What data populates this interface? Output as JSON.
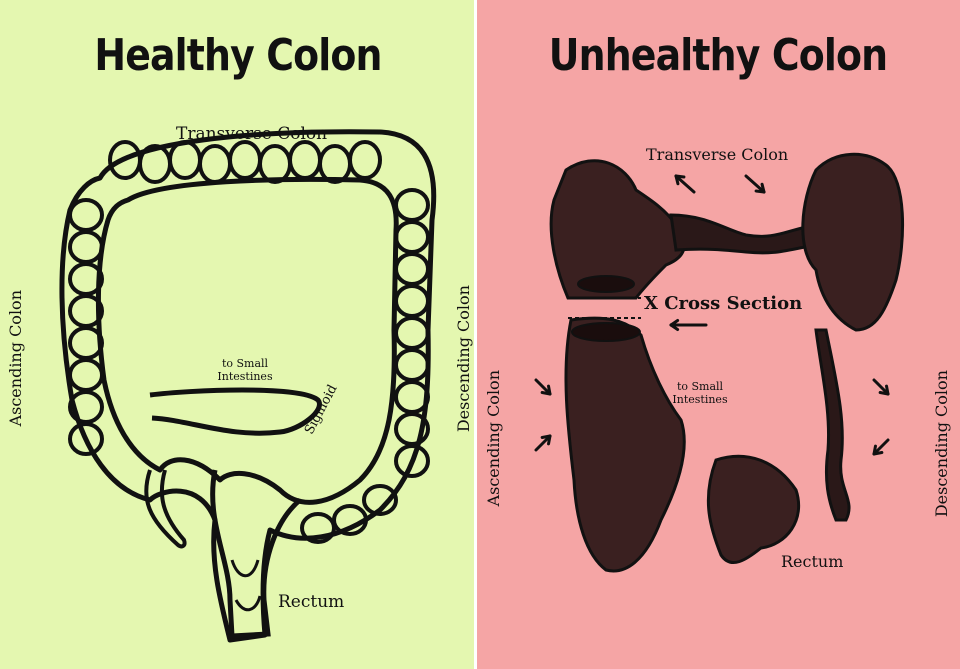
{
  "colors": {
    "healthy_bg": "#e4f7b0",
    "unhealthy_bg": "#f5a5a5",
    "ink": "#111111",
    "divider": "#ffffff"
  },
  "healthy": {
    "title": "Healthy Colon",
    "transverse_label": "Transverse Colon",
    "ascending_label": "Ascending Colon",
    "descending_label": "Descending Colon",
    "small_intestine_label": "to Small Intestines",
    "sigmoid_label": "Sigmoid",
    "rectum_label": "Rectum"
  },
  "unhealthy": {
    "title": "Unhealthy Colon",
    "transverse_label": "Transverse Colon",
    "cross_section_label": "X Cross Section",
    "ascending_label": "Ascending Colon",
    "descending_label": "Descending Colon",
    "small_intestine_label": "to Small Intestines",
    "rectum_label": "Rectum"
  }
}
